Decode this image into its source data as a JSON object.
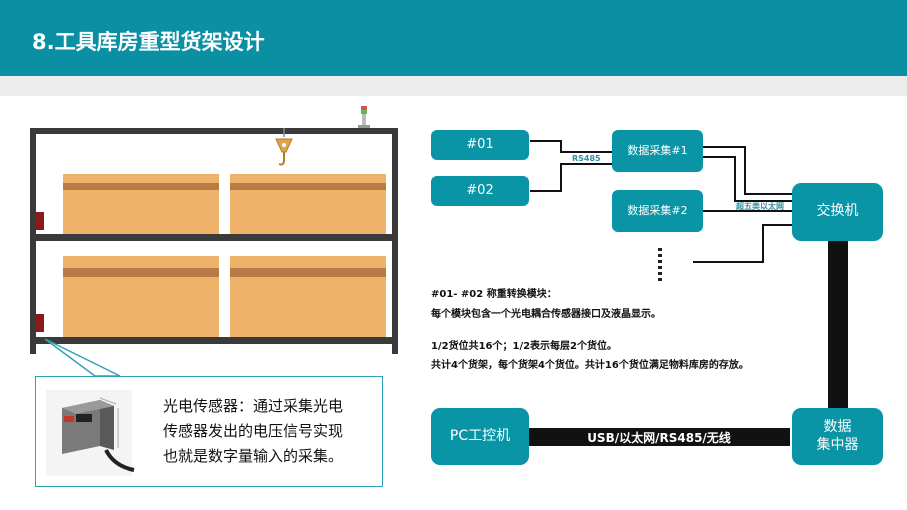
{
  "title": "8.工具库房重型货架设计",
  "nodes": {
    "m01": "#01",
    "m02": "#02",
    "collect1": "数据采集#1",
    "collect2": "数据采集#2",
    "switch": "交换机",
    "pc": "PC工控机",
    "concentrator_line1": "数据",
    "concentrator_line2": "集中器"
  },
  "link_labels": {
    "rs485": "RS485",
    "cat5": "超五类以太网",
    "bus": "USB/以太网/RS485/无线"
  },
  "notes": [
    "#01- #02 称重转换模块：",
    "每个模块包含一个光电耦合传感器接口及液晶显示。",
    "1/2货位共16个；1/2表示每层2个货位。",
    "共计4个货架，每个货架4个货位。共计16个货位满足物料库房的存放。"
  ],
  "sensor_text": [
    "光电传感器：通过采集光电",
    "传感器发出的电压信号实现",
    "也就是数字量输入的采集。"
  ],
  "colors": {
    "header": "#0a8fa3",
    "node": "#0a95a7",
    "box": "#efb26a",
    "box_stripe": "#b87a46",
    "shelf": "#3a3a3a",
    "link": "#111111"
  }
}
